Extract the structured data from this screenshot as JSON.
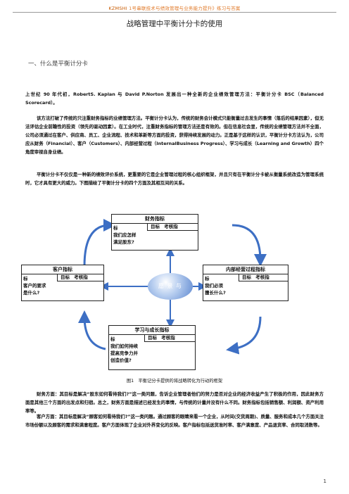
{
  "header": {
    "brand": "KZMSHI",
    "text": "1号串联技术与绩效管理与业务能力提升》练习与答案"
  },
  "title": "战略管理中平衡计分卡的使用",
  "section": "一、什么是平衡计分卡",
  "paragraphs": {
    "p1": "上世纪 90 年代初，RobertS. Kaplan 与 David P.Norton 发展出一种全新的企业绩效管理方法：平衡计分卡 BSC（Balanced Scorecard）。",
    "p2": "该方法打破了传统的只注重财务指标的业绩管理方法。平衡计分卡认为，传统的财务会计模式只能衡量过去发生的事情（落后的结果因素），但无法评估企业前瞻性的投资（领先的驱动因素）。在工业时代，注重财务指标的管理方法还是有效的。但在信息社会里，传统的业绩管理方法并不全面，公司必须通过在客户、供应商、员工、企业流程、技术和革新等方面的投资，获得持续发展的动力。正是基于这样的认识，平衡计分卡方法认为，公司应从财务（Financial）、客户（Customers）、内部经营过程（InternalBusiness Progress）、学习与成长（Learning and Growth）四个角度审视自身业绩。",
    "p3": "平衡计分卡不仅仅是一种新的绩效评价系统，更重要的它是企业管理过程的核心组织框架，并且只有在平衡计分卡被从衡量系统改造为管理系统时，它才具有更大的威力。下图描绘了平衡计分卡的四个方面及其相互间的关系。",
    "caption": "图1　平衡记分卡提供的将战略转化为行动的框架",
    "p5": "财务方面：其目标是解决“股东如何看待我们?”这一类问题，告诉企业管理者他们的努力是否对企业的经济收益产生了积极的作用，因此财务方面是其他三个方面的出发点和归宿。总之，财务方面是描述已经发生的事情，与传统的计量并没有什么不同。财务指标包括销售额、利润额、资产利用率等。",
    "p6": "客户方面：其目标是解决“顾客如何看待我们?”这一类问题。通过顾客的眼睛来看一个企业，从时间(交货周期)、质量、服务和成本几个方面关注市场份额以及顾客的需求和满意程度。客户方面体现了企业对外界变化的反映。客户指标包括送货准时率、客户满意度、产品退货率、合同取消数等。"
  },
  "diagram": {
    "center": "愿 景 与",
    "col_target": "目标",
    "col_indicator": "考核指",
    "boxes": {
      "finance": {
        "title": "财务指标",
        "body": "标\n我们应怎样\n满足股东?"
      },
      "customer": {
        "title": "客户指标",
        "body": "标\n客户的要求\n是什么?"
      },
      "internal": {
        "title": "内部经营过程指标",
        "body": "标\n我们必须\n擅长什么?"
      },
      "learning": {
        "title": "学习与成长指标",
        "body": "标\n我们如何持续\n提高竞争力并\n创造价值?"
      }
    }
  },
  "page_number": "1",
  "colors": {
    "header": "#e07a2a",
    "arrow": "#3d6fc4"
  }
}
